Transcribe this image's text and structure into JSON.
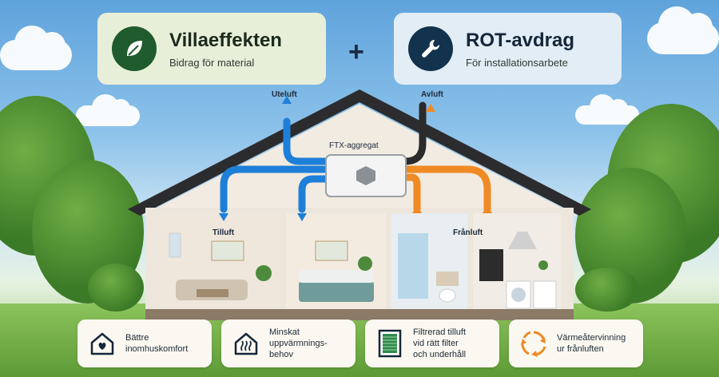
{
  "promo": {
    "left": {
      "title": "Villaeffekten",
      "subtitle": "Bidrag för material",
      "icon": "leaf-icon",
      "color": "#1f5b2c"
    },
    "plus": "+",
    "right": {
      "title": "ROT-avdrag",
      "subtitle": "För installationsarbete",
      "icon": "wrench-icon",
      "color": "#12324d"
    }
  },
  "diagram": {
    "outdoor_air": "Uteluft",
    "exhaust_air": "Avluft",
    "unit": "FTX-aggregat",
    "supply_air": "Tilluft",
    "extract_air": "Frånluft",
    "colors": {
      "supply": "#1e7fd8",
      "extract": "#f08a24",
      "exhaust": "#2b2b2b"
    }
  },
  "benefits": [
    {
      "icon": "house-heart-icon",
      "line1": "Bättre",
      "line2": "inomhuskomfort",
      "line3": ""
    },
    {
      "icon": "house-heat-icon",
      "line1": "Minskat",
      "line2": "uppvärmnings-",
      "line3": "behov"
    },
    {
      "icon": "filter-icon",
      "line1": "Filtrerad tilluft",
      "line2": "vid rätt filter",
      "line3": "och underhåll"
    },
    {
      "icon": "recycle-arrows-icon",
      "line1": "Värmeåtervinning",
      "line2": "ur frånluften",
      "line3": ""
    }
  ]
}
